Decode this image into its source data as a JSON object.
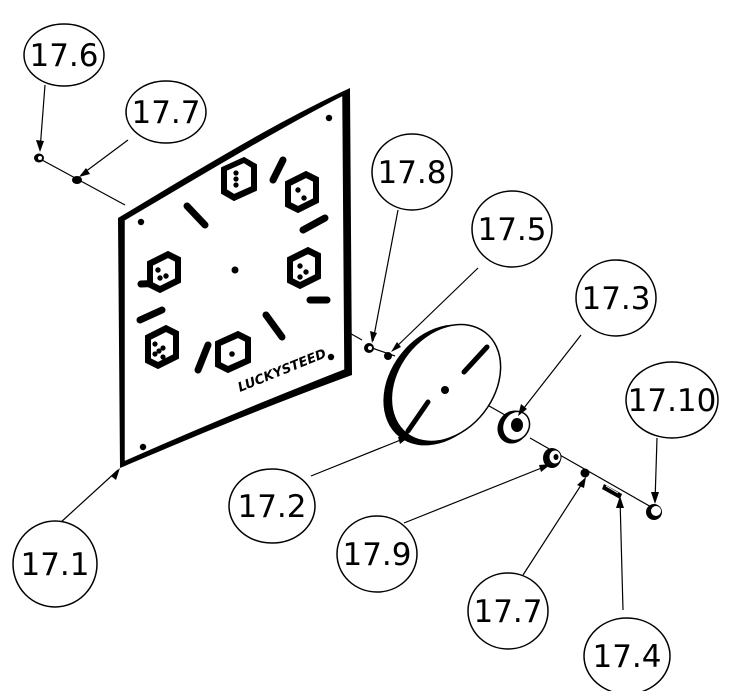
{
  "diagram": {
    "brand_label": "LUCKYSTEED",
    "callouts": [
      {
        "id": "17.6",
        "label": "17.6"
      },
      {
        "id": "17.7-top",
        "label": "17.7"
      },
      {
        "id": "17.8",
        "label": "17.8"
      },
      {
        "id": "17.5",
        "label": "17.5"
      },
      {
        "id": "17.3",
        "label": "17.3"
      },
      {
        "id": "17.10",
        "label": "17.10"
      },
      {
        "id": "17.2",
        "label": "17.2"
      },
      {
        "id": "17.9",
        "label": "17.9"
      },
      {
        "id": "17.7-bottom",
        "label": "17.7"
      },
      {
        "id": "17.4",
        "label": "17.4"
      },
      {
        "id": "17.1",
        "label": "17.1"
      }
    ]
  }
}
